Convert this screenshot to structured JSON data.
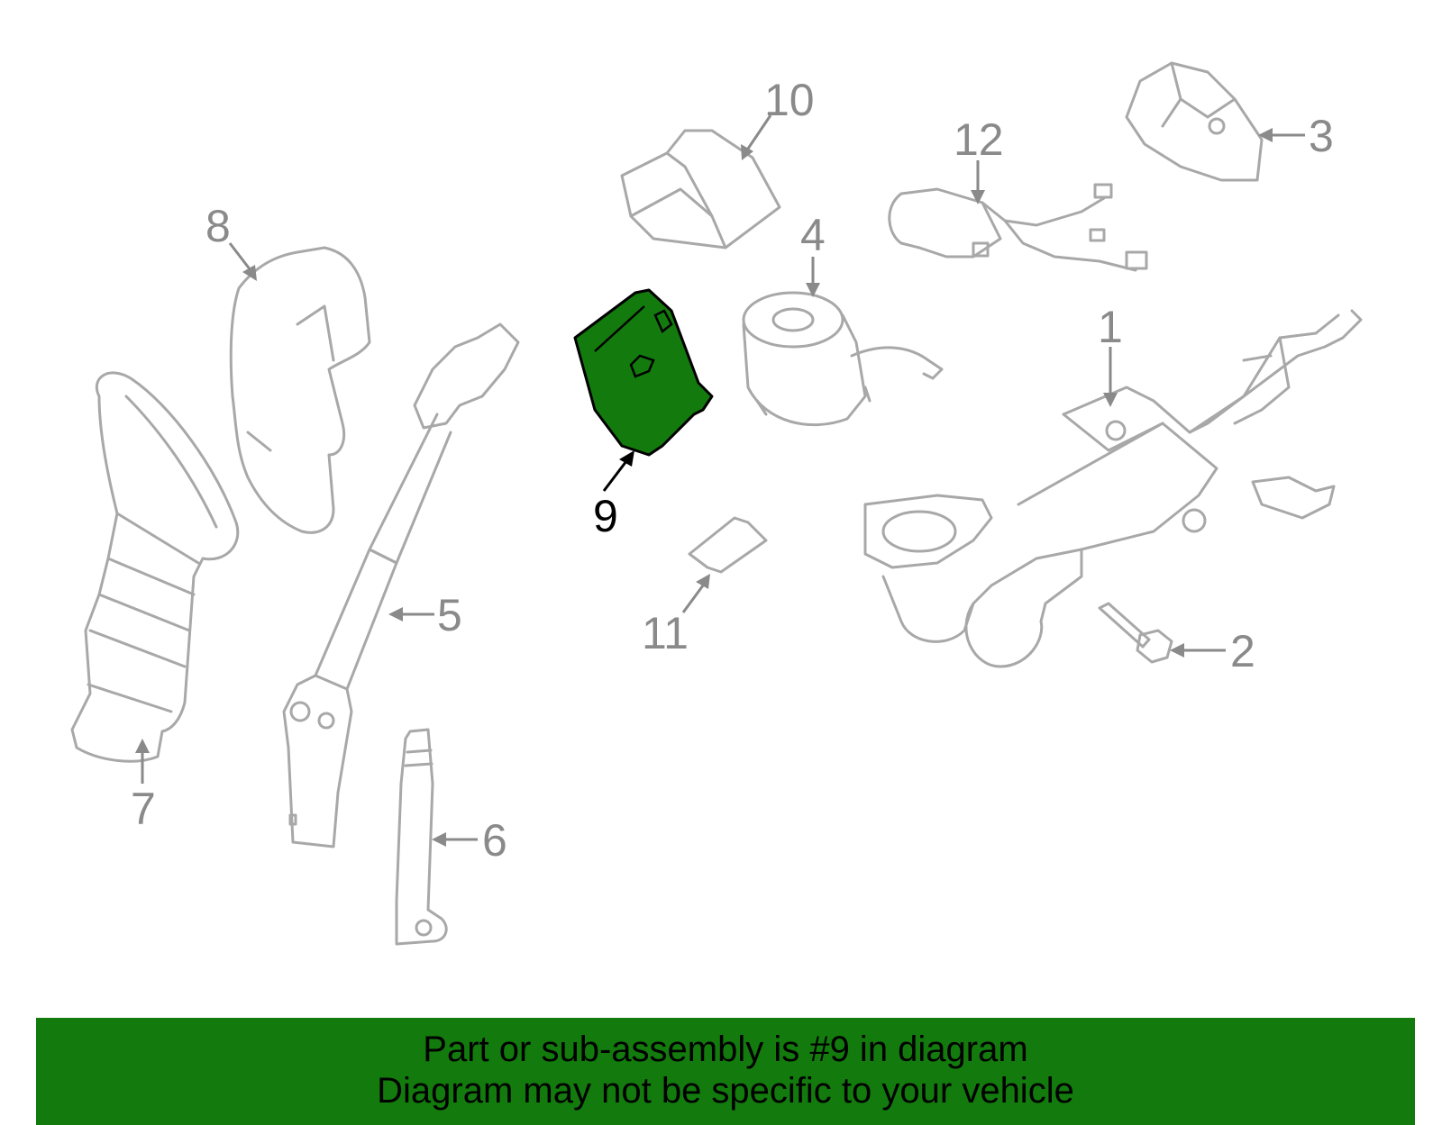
{
  "diagram": {
    "highlighted_part": "9",
    "highlight_color": "#137a0d",
    "callouts": {
      "c1": "1",
      "c2": "2",
      "c3": "3",
      "c4": "4",
      "c5": "5",
      "c6": "6",
      "c7": "7",
      "c8": "8",
      "c9": "9",
      "c10": "10",
      "c11": "11",
      "c12": "12"
    }
  },
  "banner": {
    "line1": "Part or sub-assembly is #9 in diagram",
    "line2": "Diagram may not be specific to your vehicle",
    "background": "#137a0d"
  }
}
